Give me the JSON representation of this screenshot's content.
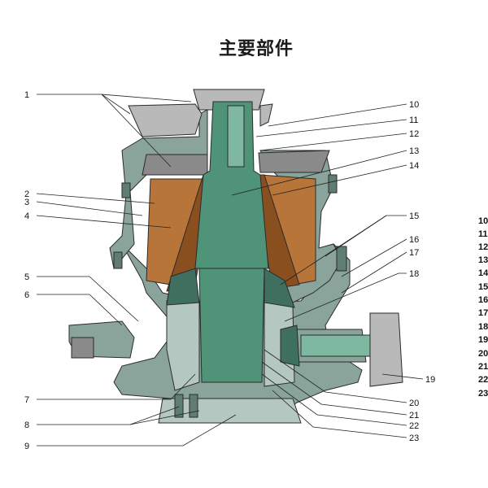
{
  "title": "主要部件",
  "labels_left": [
    "1",
    "2",
    "3",
    "4",
    "5",
    "6",
    "7",
    "8",
    "9"
  ],
  "labels_right": [
    "10",
    "11",
    "12",
    "13",
    "14",
    "15",
    "16",
    "17",
    "18",
    "19",
    "20",
    "21",
    "22",
    "23"
  ],
  "labels_edge": [
    "10",
    "11",
    "12",
    "13",
    "14",
    "15",
    "16",
    "17",
    "18",
    "19",
    "20",
    "21",
    "22",
    "23"
  ],
  "colors": {
    "frame": "#8aa49b",
    "frame_light": "#b4c7c0",
    "frame_dark": "#5f7d73",
    "shaft": "#4f9478",
    "shaft_light": "#7fb8a0",
    "liner": "#b8753a",
    "liner_dark": "#8a4f1e",
    "hopper": "#b9b9b9",
    "hopper_dark": "#8a8a8a",
    "bearing": "#3f6f5f",
    "background": "#ffffff"
  }
}
